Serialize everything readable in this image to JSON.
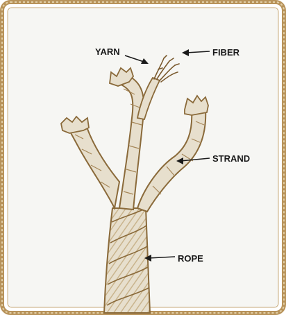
{
  "labels": {
    "yarn": "YARN",
    "fiber": "FIBER",
    "strand": "STRAND",
    "rope": "ROPE"
  },
  "colors": {
    "frame": "#b8935a",
    "paper": "#f6f6f3",
    "rope_fill": "#e7dfcd",
    "rope_outline": "#8a6a3a",
    "fiber": "#7a5a2e"
  }
}
